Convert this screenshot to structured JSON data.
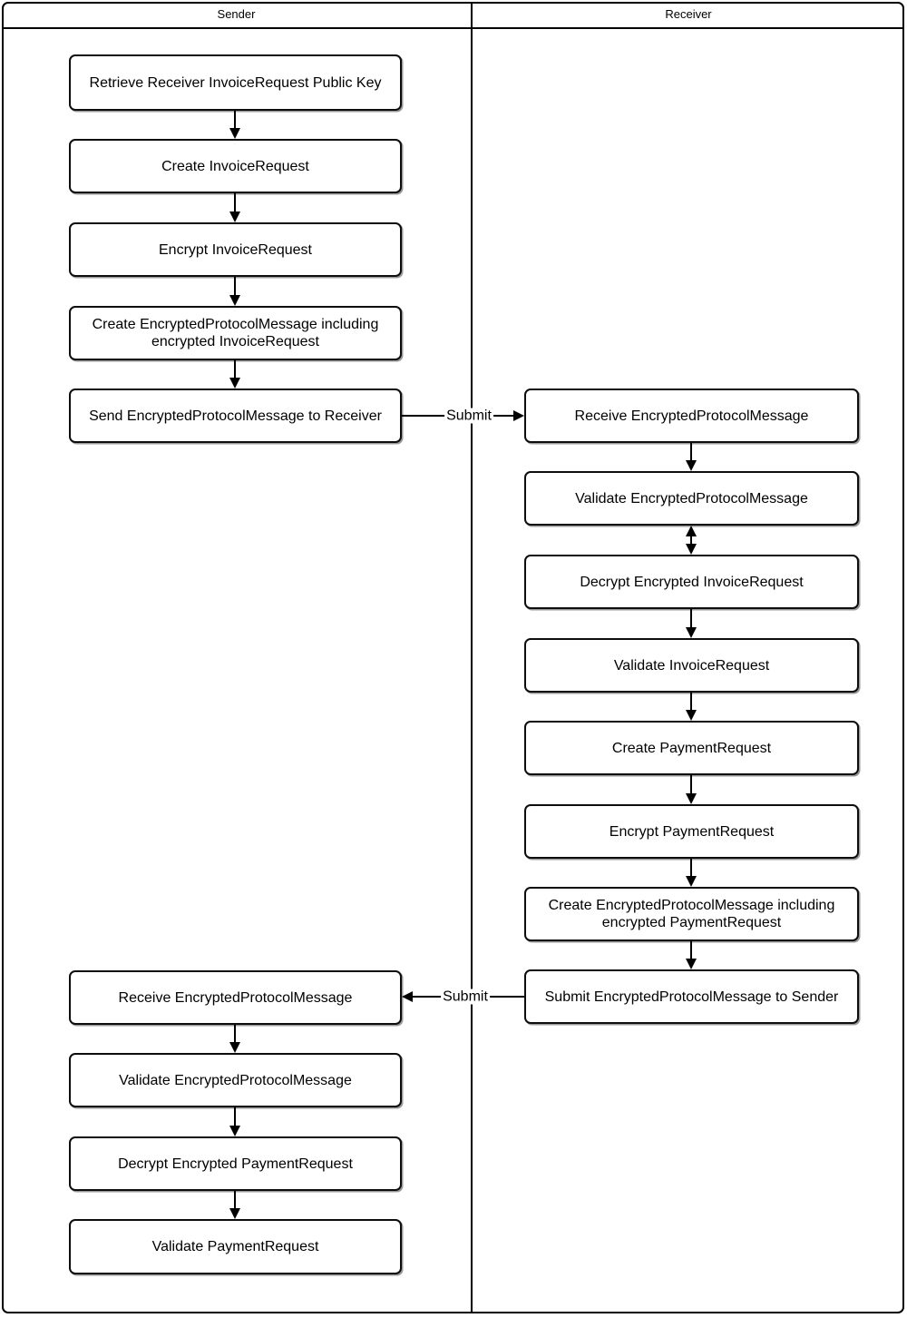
{
  "lanes": [
    {
      "title": "Sender"
    },
    {
      "title": "Receiver"
    }
  ],
  "sender_steps": [
    "Retrieve Receiver InvoiceRequest Public Key",
    "Create InvoiceRequest",
    "Encrypt InvoiceRequest",
    "Create EncryptedProtocolMessage including encrypted InvoiceRequest",
    "Send EncryptedProtocolMessage to Receiver",
    "Receive EncryptedProtocolMessage",
    "Validate EncryptedProtocolMessage",
    "Decrypt Encrypted PaymentRequest",
    "Validate PaymentRequest"
  ],
  "receiver_steps": [
    "Receive EncryptedProtocolMessage",
    "Validate EncryptedProtocolMessage",
    "Decrypt Encrypted InvoiceRequest",
    "Validate InvoiceRequest",
    "Create PaymentRequest",
    "Encrypt PaymentRequest",
    "Create EncryptedProtocolMessage including encrypted PaymentRequest",
    "Submit EncryptedProtocolMessage to Sender"
  ],
  "connectors": {
    "submit_right": {
      "label": "Submit",
      "direction": "right"
    },
    "submit_left": {
      "label": "Submit",
      "direction": "left"
    }
  },
  "colors": {
    "line": "#000000",
    "box_border": "#0d0d0d",
    "box_fill": "#ffffff",
    "text": "#000000"
  }
}
